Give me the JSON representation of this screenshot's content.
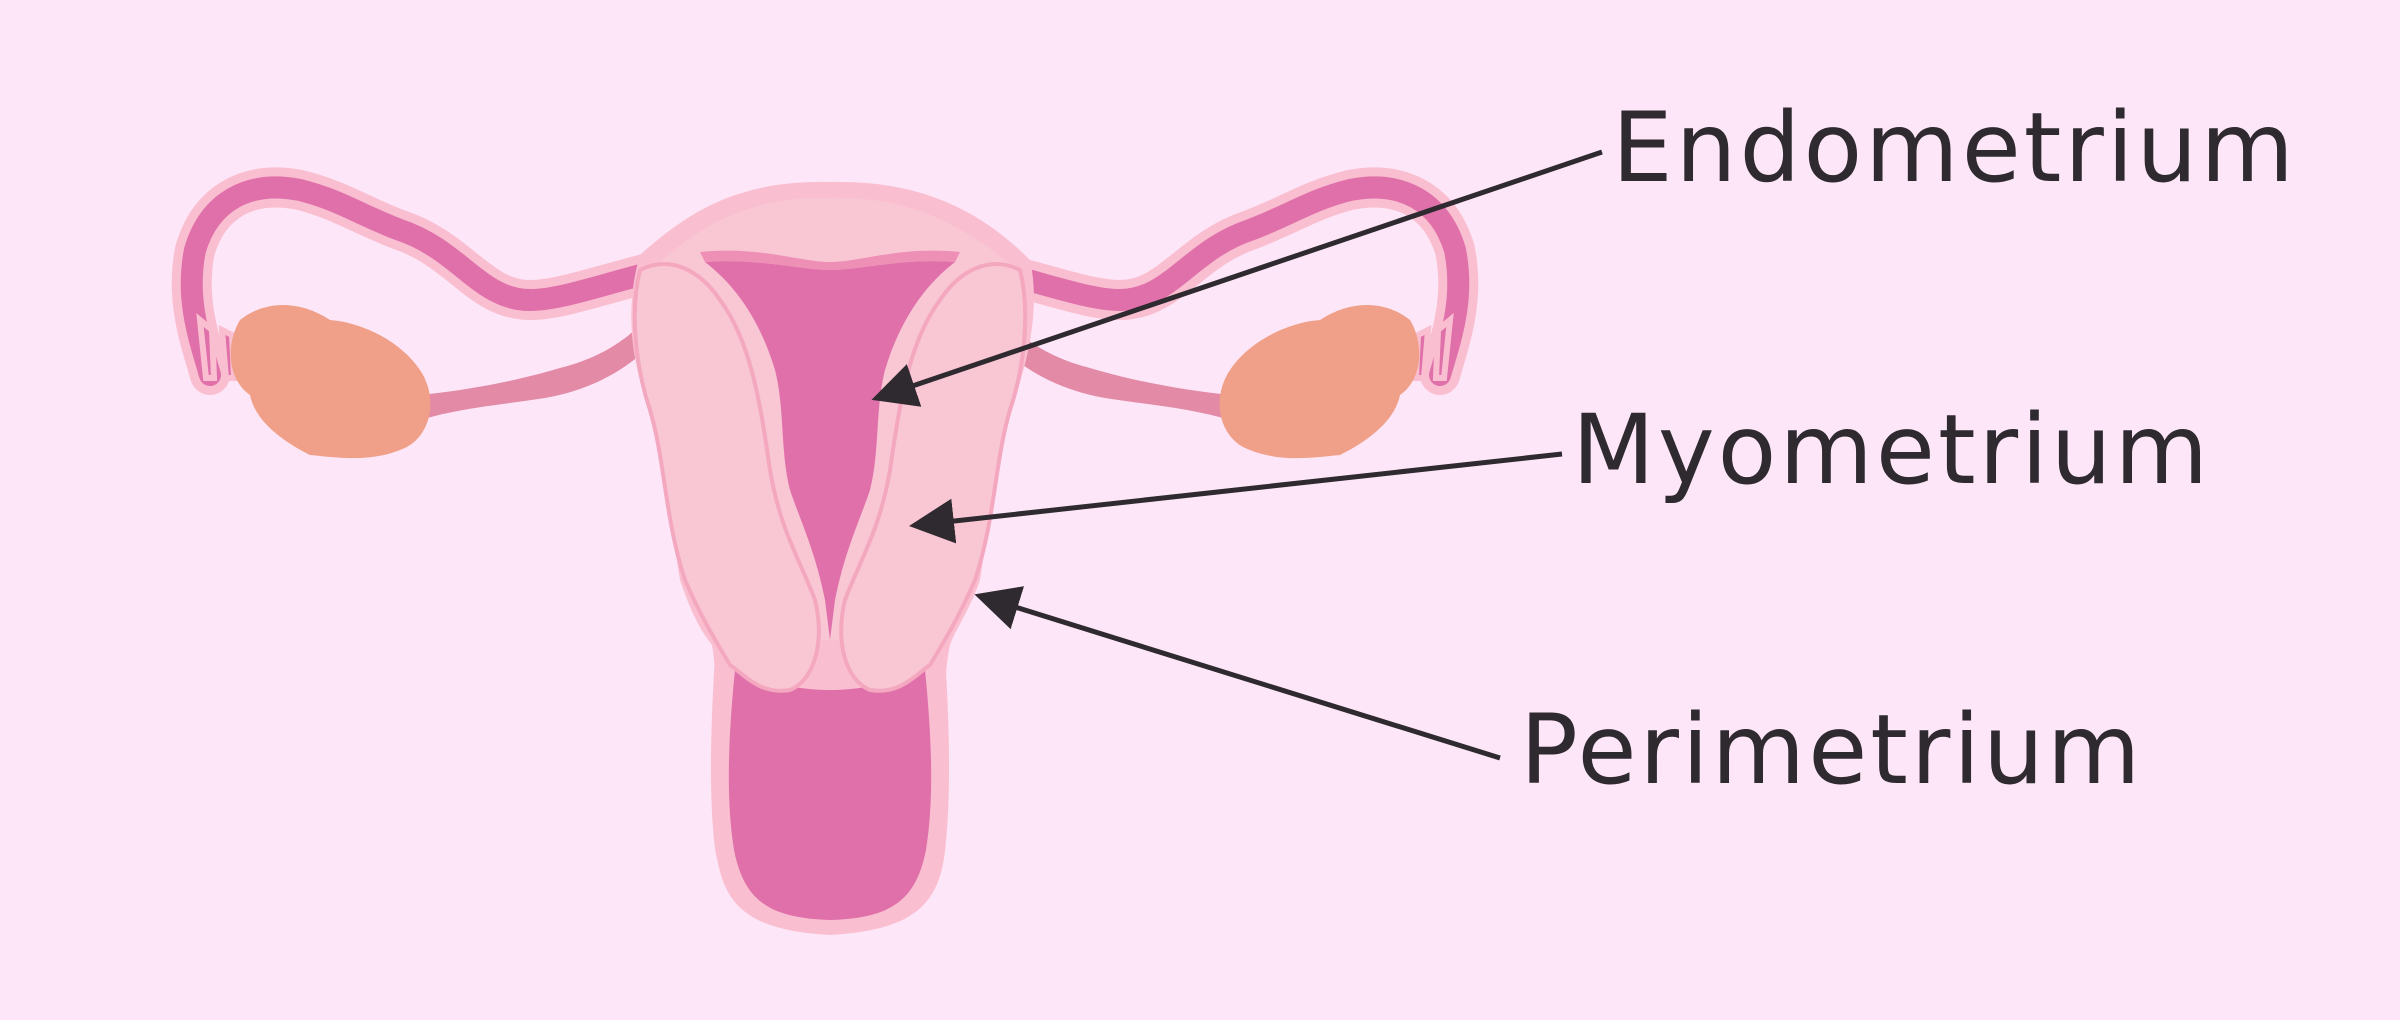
{
  "labels": {
    "endometrium": "Endometrium",
    "myometrium": "Myometrium",
    "perimetrium": "Perimetrium"
  },
  "colors": {
    "background": "#fde6f8",
    "perimetrium_outline": "#f9bfd0",
    "myometrium": "#f9c6d4",
    "endometrium": "#e070aa",
    "tube_band": "#e28aa6",
    "ovary": "#f0a088",
    "arrow": "#2f2a30"
  }
}
